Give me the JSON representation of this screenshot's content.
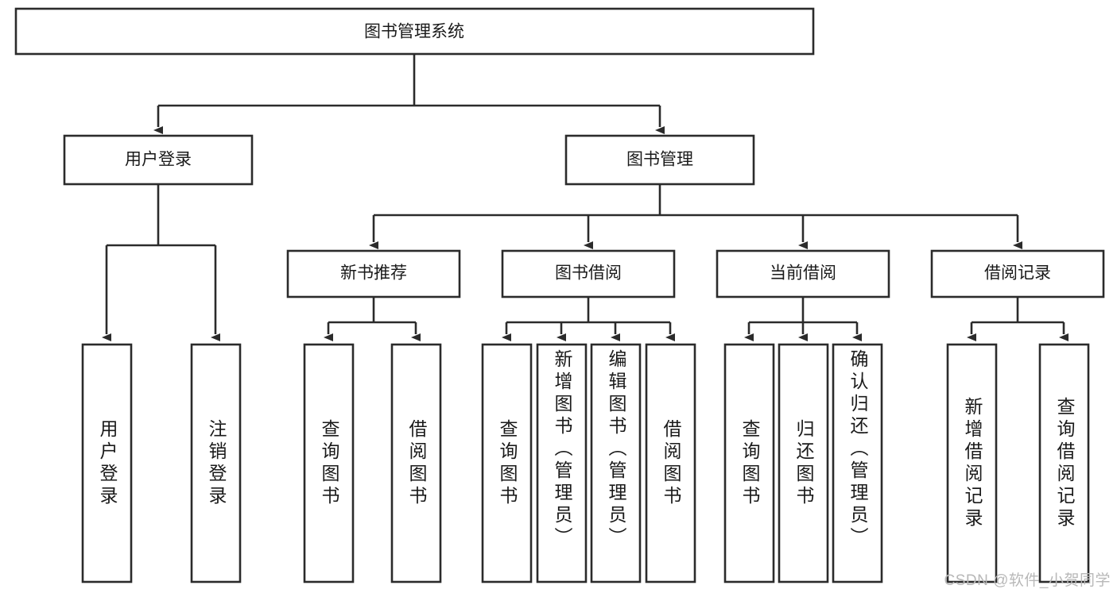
{
  "diagram": {
    "type": "tree-hierarchy",
    "orientation": "top-down",
    "colors": {
      "stroke": "#2b2b2b",
      "fill": "#ffffff",
      "text": "#1a1a1a",
      "watermark": "#b8b8b8"
    },
    "root": {
      "label": "图书管理系统"
    },
    "level2": [
      {
        "label": "用户登录"
      },
      {
        "label": "图书管理"
      }
    ],
    "level3": [
      {
        "label": "新书推荐"
      },
      {
        "label": "图书借阅"
      },
      {
        "label": "当前借阅"
      },
      {
        "label": "借阅记录"
      }
    ],
    "leaves": {
      "user_login": [
        {
          "label": "用户登录"
        },
        {
          "label": "注销登录"
        }
      ],
      "new_book_recommend": [
        {
          "label": "查询图书"
        },
        {
          "label": "借阅图书"
        }
      ],
      "book_borrow": [
        {
          "label": "查询图书"
        },
        {
          "label": "新增图书（管理员）"
        },
        {
          "label": "编辑图书（管理员）"
        },
        {
          "label": "借阅图书"
        }
      ],
      "current_borrow": [
        {
          "label": "查询图书"
        },
        {
          "label": "归还图书"
        },
        {
          "label": "确认归还（管理员）"
        }
      ],
      "borrow_record": [
        {
          "label": "新增借阅记录"
        },
        {
          "label": "查询借阅记录"
        }
      ]
    }
  },
  "watermark": {
    "text": "CSDN @软件_小贺同学"
  }
}
